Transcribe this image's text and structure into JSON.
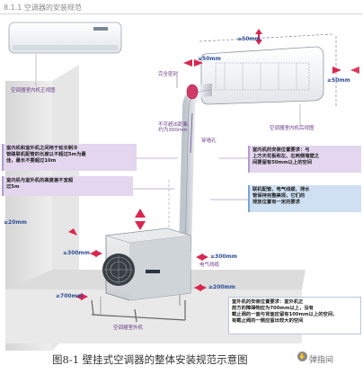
{
  "header": {
    "section": "8.1.1 空调器的安装规范"
  },
  "labels": {
    "indoor_front": "空调器室内机正视图",
    "indoor_rear": "空调器室内机后视图",
    "outdoor_unit": "空调器室外机",
    "seal": "完全密封",
    "max_distance": "不可超出距离\n约为300mm",
    "drain_hole": "穿墙孔",
    "electric_wire": "电气线缆",
    "dim_top": "≥50mm",
    "dim_left": "≥50mm",
    "dim_right": "≥50mm",
    "dim_outdoor_left": "≥300mm",
    "dim_outdoor_right": "≥300mm",
    "dim_outdoor_bottom": "≥200mm",
    "dim_outdoor_front": "≥700mm",
    "dim_wall_gap": "≥20mm"
  },
  "notes": {
    "pipe_length": "室内机和室外机之间用于延长制冷\n管路联机配管的长度以不超过5m为最\n佳，最长不要超过10m",
    "height_diff": "室内机与室外机的高度差不宜超\n过5m",
    "indoor_install": "室内机的安装位置要求：与\n上方天花板和左、右两侧墙壁之\n间要留有50mm以上的空间",
    "pipe_bundle": "联机配管、电气线缆、排水\n管保持完整美观，它们的\n排放位置有一定的要求",
    "outdoor_install": "室外机的安装位置要求：室外机正\n前方的障碍物应为700mm以上，没有\n截止阀的一面与背面应留有100mm以上的空间，\n有截止阀的一侧应留出较大的空间"
  },
  "caption": "图8-1  壁挂式空调器的整体安装规范示意图",
  "watermark": "弹指间",
  "colors": {
    "arrow": "#d9264f",
    "label_purple": "#6a3c8a",
    "dim_blue": "#2f4f9a",
    "note_lavender": "#e3d6ee",
    "note_blue": "#cfe0f2"
  }
}
